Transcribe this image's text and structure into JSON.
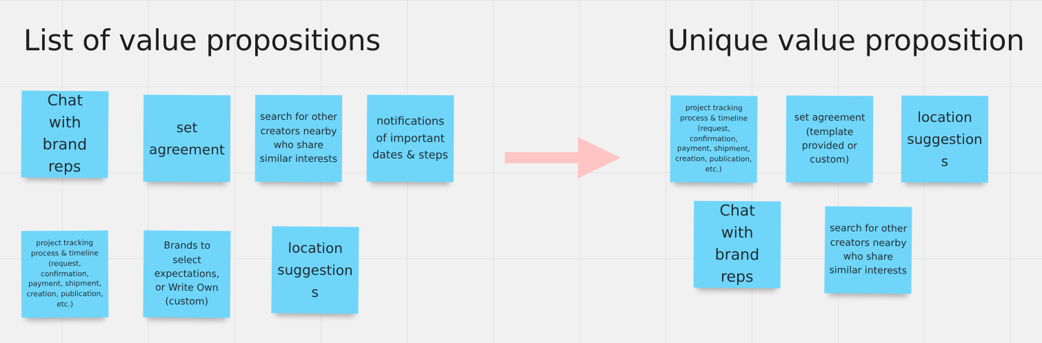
{
  "left_section": {
    "title": "List of value propositions",
    "notes": [
      "Chat with brand reps",
      "set agreement",
      "search for other creators nearby who share similar interests",
      "notifications of important dates & steps",
      "project tracking process & timeline (request, confirmation, payment, shipment, creation, publication, etc.)",
      "Brands to select expectations, or Write Own (custom)",
      "location suggestions"
    ]
  },
  "right_section": {
    "title": "Unique value proposition",
    "notes": [
      "project tracking process & timeline (request, confirmation, payment, shipment, creation, publication, etc.)",
      "set agreement (template provided or custom)",
      "location suggestions",
      "Chat with brand reps",
      "search for other creators nearby who share similar interests"
    ]
  },
  "colors": {
    "sticky_note": "#6fd6fa",
    "arrow": "#ffc4c4",
    "canvas": "#f1f1f1"
  },
  "icons": {
    "arrow": "right-arrow-icon"
  }
}
